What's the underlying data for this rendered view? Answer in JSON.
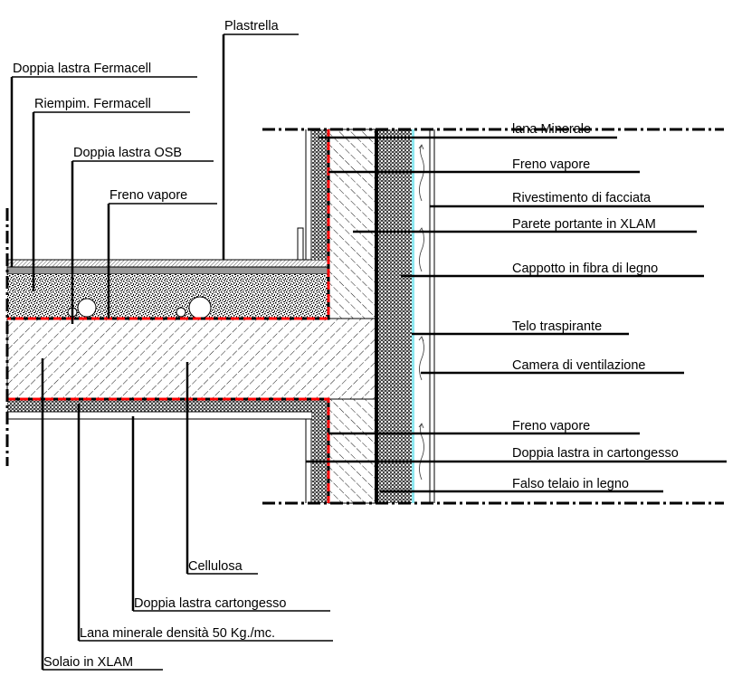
{
  "diagram": {
    "colors": {
      "vapor_barrier": "#ff0000",
      "membrane": "#8ee8f0",
      "line": "#000000"
    },
    "labels_top": [
      {
        "text": "Plastrella"
      },
      {
        "text": "Doppia lastra Fermacell"
      },
      {
        "text": "Riempim. Fermacell"
      },
      {
        "text": "Doppia lastra OSB"
      },
      {
        "text": "Freno vapore"
      }
    ],
    "labels_right": [
      {
        "text": "lana Minerale"
      },
      {
        "text": "Freno vapore"
      },
      {
        "text": "Rivestimento di facciata"
      },
      {
        "text": "Parete portante in XLAM"
      },
      {
        "text": "Cappotto in fibra di legno"
      },
      {
        "text": "Telo traspirante"
      },
      {
        "text": "Camera di ventilazione"
      },
      {
        "text": "Freno vapore"
      },
      {
        "text": "Doppia lastra in cartongesso"
      },
      {
        "text": "Falso telaio in legno"
      }
    ],
    "labels_bottom": [
      {
        "text": "Cellulosa"
      },
      {
        "text": "Doppia lastra cartongesso"
      },
      {
        "text": "Lana minerale densità 50 Kg./mc."
      },
      {
        "text": "Solaio in XLAM"
      }
    ]
  }
}
